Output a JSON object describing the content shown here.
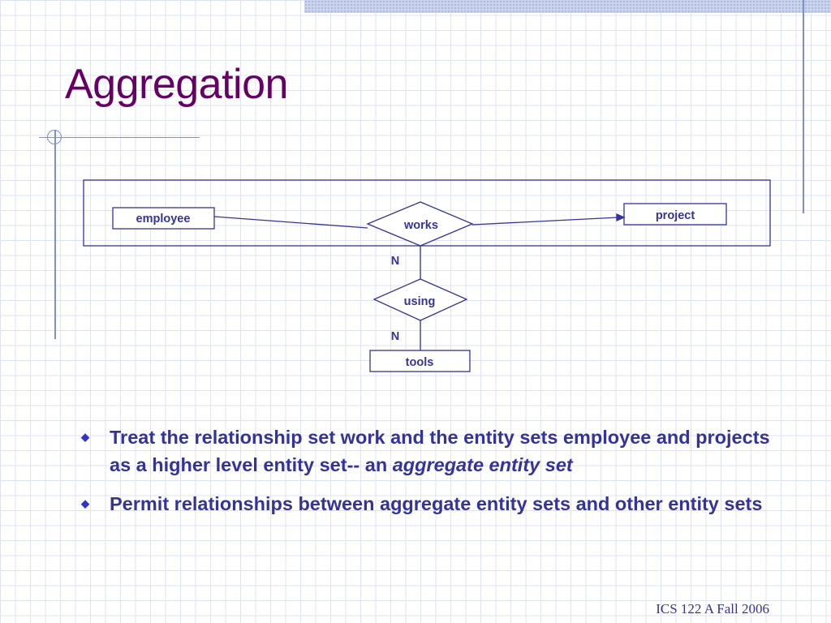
{
  "slide": {
    "title": "Aggregation",
    "footer": "ICS 122 A Fall 2006"
  },
  "diagram": {
    "entities": {
      "employee": "employee",
      "project": "project",
      "tools": "tools"
    },
    "relationships": {
      "works": "works",
      "using": "using"
    },
    "cardinalities": {
      "works_using": "N",
      "using_tools": "N"
    }
  },
  "bullets": [
    {
      "text": "Treat the relationship set work and the entity sets employee and projects as a higher level entity set-- an ",
      "emphasis": "aggregate entity set"
    },
    {
      "text": "Permit relationships between aggregate entity sets and other entity sets"
    }
  ],
  "colors": {
    "title": "#660066",
    "body_text": "#333399",
    "diagram_stroke": "#333399",
    "grid": "#dde3f3",
    "accent": "#7d8fcf"
  }
}
